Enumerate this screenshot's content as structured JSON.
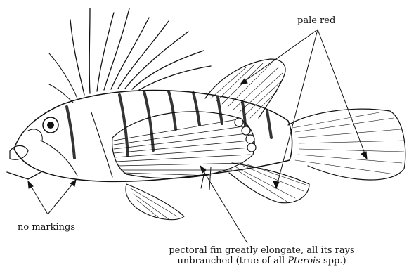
{
  "labels": {
    "pale_red": "pale red",
    "no_markings": "no markings",
    "pectoral_line1": "pectoral fin greatly elongate, all its rays",
    "pectoral_line2_pre": "unbranched (true of all ",
    "pectoral_line2_genus": "Pterois",
    "pectoral_line2_post": " spp.)"
  },
  "colors": {
    "ink": "#111111",
    "background": "#ffffff"
  }
}
